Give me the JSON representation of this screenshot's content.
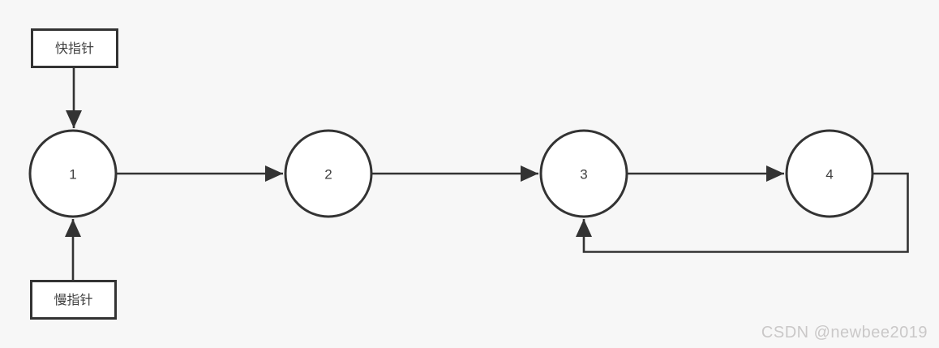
{
  "diagram": {
    "title_semantic": "linked-list-cycle-with-fast-slow-pointers",
    "background": "#f7f7f7",
    "stroke_color": "#333333",
    "node_fill": "#ffffff",
    "text_color": "#3f3f3f",
    "pointers": {
      "fast": {
        "label": "快指针",
        "points_to_node": "1"
      },
      "slow": {
        "label": "慢指针",
        "points_to_node": "1"
      }
    },
    "nodes": [
      {
        "label": "1"
      },
      {
        "label": "2"
      },
      {
        "label": "3"
      },
      {
        "label": "4"
      }
    ],
    "edges": [
      {
        "from": "快指针",
        "to": "1"
      },
      {
        "from": "慢指针",
        "to": "1"
      },
      {
        "from": "1",
        "to": "2"
      },
      {
        "from": "2",
        "to": "3"
      },
      {
        "from": "3",
        "to": "4"
      },
      {
        "from": "4",
        "to": "3",
        "type": "cycle-back-edge"
      }
    ],
    "watermark": {
      "text": "CSDN @newbee2019",
      "color": "#cac8c8"
    }
  }
}
